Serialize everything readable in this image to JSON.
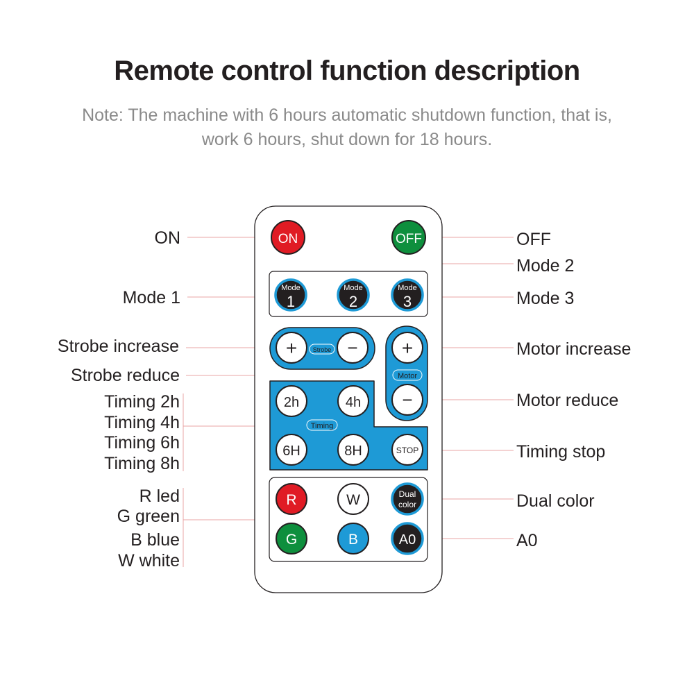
{
  "title": "Remote control function description",
  "note": {
    "line1": "Note: The machine with 6 hours automatic shutdown function, that is,",
    "line2": "work 6 hours, shut down for 18 hours."
  },
  "colors": {
    "red": "#e01b24",
    "green": "#0e8f3d",
    "blue": "#1e9ad6",
    "black": "#231f20",
    "leader": "#e9a4a4"
  },
  "labels": {
    "on": "ON",
    "off": "OFF",
    "mode1": "Mode 1",
    "mode2": "Mode 2",
    "mode3": "Mode 3",
    "strobe_increase": "Strobe increase",
    "strobe_reduce": "Strobe reduce",
    "motor_increase": "Motor increase",
    "motor_reduce": "Motor reduce",
    "timing_2h": "Timing 2h",
    "timing_4h": "Timing 4h",
    "timing_6h": "Timing 6h",
    "timing_8h": "Timing 8h",
    "timing_stop": "Timing stop",
    "dual_color": "Dual color",
    "a0": "A0",
    "r_led": "R led",
    "g_green": "G green",
    "b_blue": "B blue",
    "w_white": "W white"
  },
  "remote": {
    "on": "ON",
    "off": "OFF",
    "mode_word": "Mode",
    "mode1": "1",
    "mode2": "2",
    "mode3": "3",
    "plus": "+",
    "minus": "−",
    "strobe": "Strobe",
    "motor": "Motor",
    "timing": "Timing",
    "t2h": "2h",
    "t4h": "4h",
    "t6h": "6H",
    "t8h": "8H",
    "stop": "STOP",
    "r": "R",
    "w": "W",
    "dual1": "Dual",
    "dual2": "color",
    "g": "G",
    "b": "B",
    "a0": "A0"
  }
}
